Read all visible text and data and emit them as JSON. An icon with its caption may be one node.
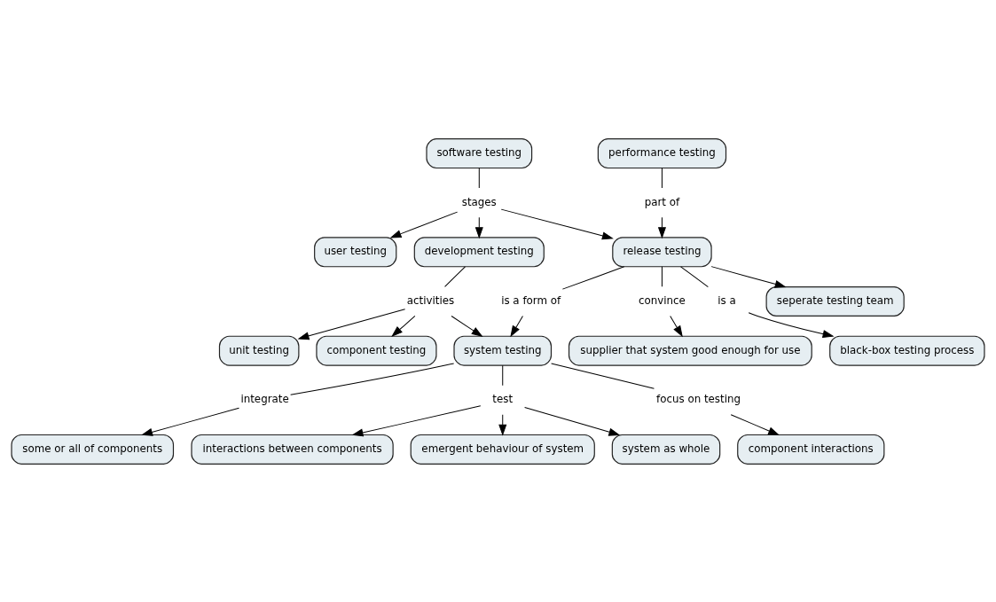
{
  "diagram": {
    "nodes": [
      {
        "text": [
          "software testing"
        ]
      },
      {
        "text": [
          "stages"
        ]
      },
      {
        "text": [
          "user testing"
        ]
      },
      {
        "text": [
          "development testing"
        ]
      },
      {
        "text": [
          "release testing"
        ]
      },
      {
        "text": [
          "part of"
        ]
      },
      {
        "text": [
          "performance testing"
        ]
      },
      {
        "text": [
          "activities"
        ]
      },
      {
        "text": [
          "is a form of"
        ]
      },
      {
        "text": [
          "convince"
        ]
      },
      {
        "text": [
          "is a"
        ]
      },
      {
        "text": [
          "unit testing"
        ]
      },
      {
        "text": [
          "component testing"
        ]
      },
      {
        "text": [
          "system testing"
        ]
      },
      {
        "text": [
          "supplier that system good enough for use"
        ]
      },
      {
        "text": [
          "seperate testing team"
        ]
      },
      {
        "text": [
          "integrate"
        ]
      },
      {
        "text": [
          "test"
        ]
      },
      {
        "text": [
          "focus on testing"
        ]
      },
      {
        "text": [
          "some or all of components"
        ]
      },
      {
        "text": [
          "component interactions"
        ]
      },
      {
        "text": [
          "black-box testing process"
        ]
      },
      {
        "text": [
          "interactions between components"
        ]
      },
      {
        "text": [
          "emergent behaviour of system"
        ]
      },
      {
        "text": [
          "system as whole"
        ]
      }
    ],
    "edges": [
      {
        "from": 0,
        "to": 1,
        "arrow": "none"
      },
      {
        "from": 1,
        "to": 2,
        "arrow": "to"
      },
      {
        "from": 1,
        "to": 3,
        "arrow": "to"
      },
      {
        "from": 1,
        "to": 4,
        "arrow": "to"
      },
      {
        "from": 6,
        "to": 5,
        "arrow": "none"
      },
      {
        "from": 5,
        "to": 4,
        "arrow": "to"
      },
      {
        "from": 3,
        "to": 7,
        "arrow": "none"
      },
      {
        "from": 7,
        "to": 11,
        "arrow": "to"
      },
      {
        "from": 7,
        "to": 12,
        "arrow": "to"
      },
      {
        "from": 7,
        "to": 13,
        "arrow": "to"
      },
      {
        "from": 4,
        "to": 8,
        "arrow": "none"
      },
      {
        "from": 8,
        "to": 13,
        "arrow": "to"
      },
      {
        "from": 4,
        "to": 9,
        "arrow": "none"
      },
      {
        "from": 9,
        "to": 14,
        "arrow": "to"
      },
      {
        "from": 4,
        "to": 10,
        "arrow": "none"
      },
      {
        "from": 10,
        "to": 21,
        "arrow": "to"
      },
      {
        "from": 4,
        "to": 15,
        "arrow": "to"
      },
      {
        "from": 13,
        "to": 16,
        "arrow": "none"
      },
      {
        "from": 16,
        "to": 19,
        "arrow": "to"
      },
      {
        "from": 13,
        "to": 17,
        "arrow": "none"
      },
      {
        "from": 17,
        "to": 22,
        "arrow": "to"
      },
      {
        "from": 17,
        "to": 23,
        "arrow": "to"
      },
      {
        "from": 17,
        "to": 24,
        "arrow": "to"
      },
      {
        "from": 13,
        "to": 18,
        "arrow": "none"
      },
      {
        "from": 18,
        "to": 20,
        "arrow": "to"
      }
    ]
  }
}
